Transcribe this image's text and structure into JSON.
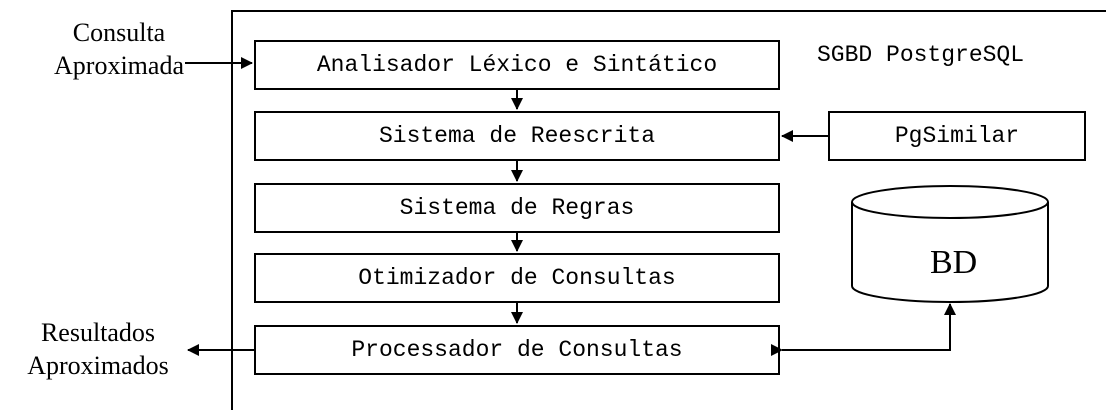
{
  "diagram": {
    "system_label": "SGBD PostgreSQL",
    "input_label": [
      "Consulta",
      "Aproximada"
    ],
    "output_label": [
      "Resultados",
      "Aproximados"
    ],
    "pipeline": [
      "Analisador Léxico e Sintático",
      "Sistema de Reescrita",
      "Sistema de Regras",
      "Otimizador de Consultas",
      "Processador de Consultas"
    ],
    "extension": "PgSimilar",
    "database": "BD"
  }
}
